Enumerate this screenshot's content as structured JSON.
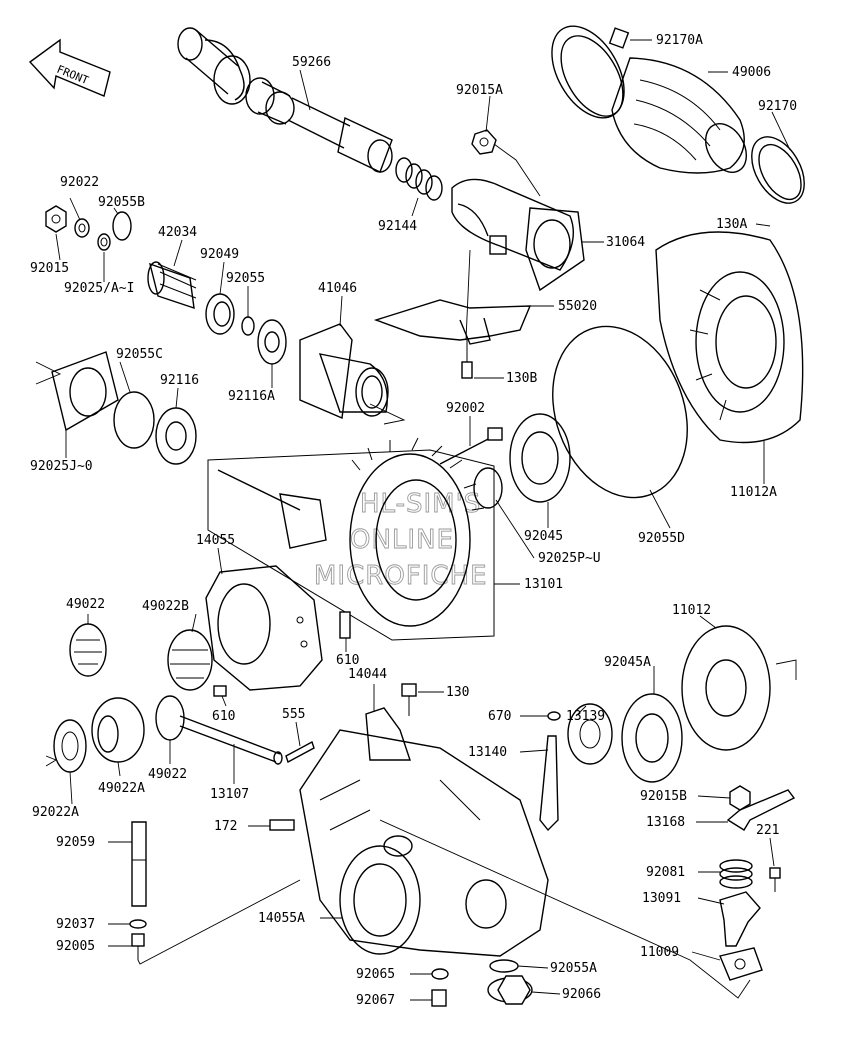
{
  "front_arrow": {
    "text": "FRONT"
  },
  "watermark": {
    "line1": "HL-SIM'S",
    "line2": "ONLINE",
    "line3": "MICROFICHE"
  },
  "labels": {
    "p59266": "59266",
    "p92015A": "92015A",
    "p92170A": "92170A",
    "p49006": "49006",
    "p92170": "92170",
    "p92022": "92022",
    "p92055B": "92055B",
    "p42034": "42034",
    "p92049": "92049",
    "p92144": "92144",
    "p31064": "31064",
    "p130A": "130A",
    "p92015": "92015",
    "p92025A": "92025/A~I",
    "p92055": "92055",
    "p41046": "41046",
    "p55020": "55020",
    "p92055C": "92055C",
    "p92116": "92116",
    "p92116A": "92116A",
    "p130B": "130B",
    "p92002": "92002",
    "p92025J": "92025J~0",
    "p11012A": "11012A",
    "p92045": "92045",
    "p92055D": "92055D",
    "p92025P": "92025P~U",
    "p14055": "14055",
    "p13101": "13101",
    "p49022": "49022",
    "p49022B": "49022B",
    "p11012": "11012",
    "p610a": "610",
    "p92045A": "92045A",
    "p14044": "14044",
    "p610b": "610",
    "p130": "130",
    "p555": "555",
    "p670": "670",
    "p13139": "13139",
    "p13140": "13140",
    "p92022A": "92022A",
    "p49022A": "49022A",
    "p49022c": "49022",
    "p13107": "13107",
    "p92015B": "92015B",
    "p13168": "13168",
    "p172": "172",
    "p221": "221",
    "p92059": "92059",
    "p92081": "92081",
    "p13091": "13091",
    "p14055A": "14055A",
    "p92037": "92037",
    "p92005": "92005",
    "p11009": "11009",
    "p92065": "92065",
    "p92055A": "92055A",
    "p92067": "92067",
    "p92066": "92066"
  }
}
